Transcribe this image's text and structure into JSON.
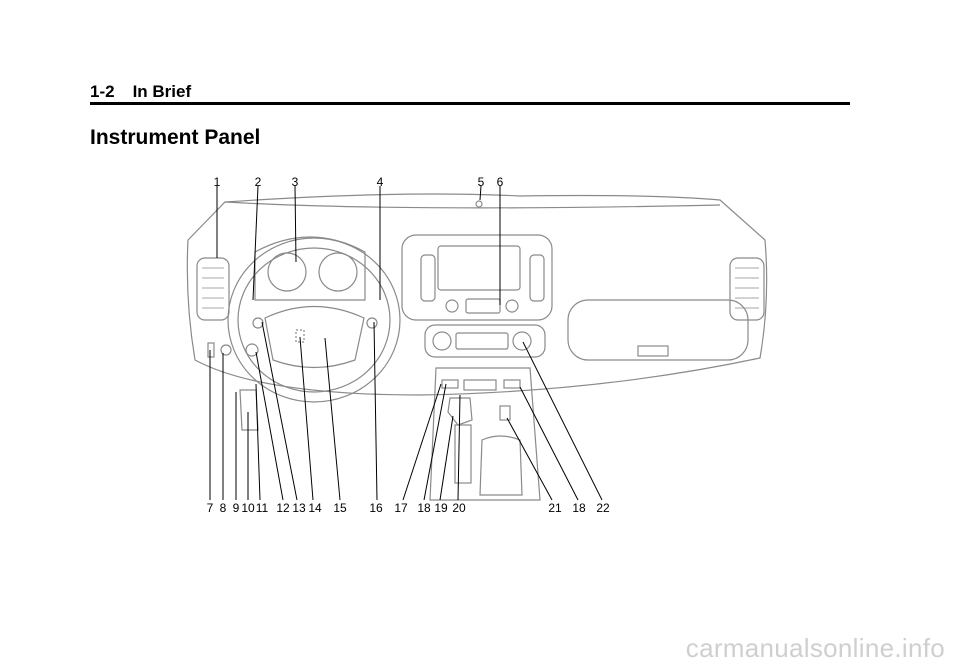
{
  "header": {
    "page_number": "1-2",
    "section": "In Brief"
  },
  "title": "Instrument Panel",
  "callouts": {
    "c1": "1",
    "c2": "2",
    "c3": "3",
    "c4": "4",
    "c5": "5",
    "c6": "6",
    "c7": "7",
    "c8": "8",
    "c9": "9",
    "c10": "10",
    "c11": "11",
    "c12": "12",
    "c13": "13",
    "c14": "14",
    "c15": "15",
    "c16": "16",
    "c17": "17",
    "c18a": "18",
    "c19": "19",
    "c20": "20",
    "c21": "21",
    "c18b": "18",
    "c22": "22"
  },
  "watermark": "carmanualsonline.info",
  "colors": {
    "line_art": "#8a8a8a",
    "text": "#000000",
    "watermark": "#cfcfcf"
  }
}
